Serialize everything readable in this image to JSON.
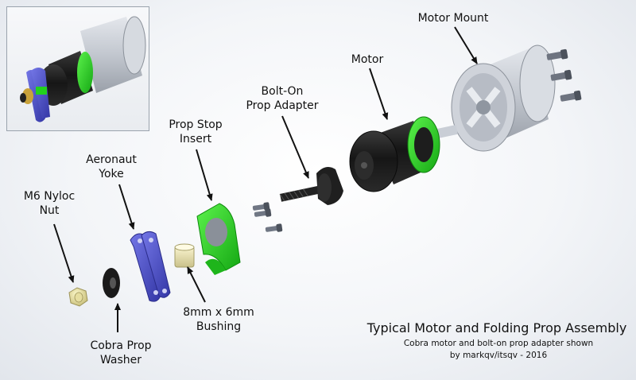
{
  "labels": {
    "motor_mount": "Motor Mount",
    "motor": "Motor",
    "bolt_on_line1": "Bolt-On",
    "bolt_on_line2": "Prop Adapter",
    "prop_stop_line1": "Prop Stop",
    "prop_stop_line2": "Insert",
    "aeronaut_line1": "Aeronaut",
    "aeronaut_line2": "Yoke",
    "nut_line1": "M6 Nyloc",
    "nut_line2": "Nut",
    "washer_line1": "Cobra Prop",
    "washer_line2": "Washer",
    "bushing_line1": "8mm x 6mm",
    "bushing_line2": "Bushing"
  },
  "caption": {
    "title": "Typical Motor and Folding Prop Assembly",
    "subtitle": "Cobra motor and bolt-on prop adapter shown",
    "credit": "by markqv/itsqv - 2016"
  },
  "colors": {
    "green": "#22d11e",
    "blue": "#4f52c8",
    "motor_black": "#1b1b1b",
    "mount_gray": "#c4c9d2"
  }
}
